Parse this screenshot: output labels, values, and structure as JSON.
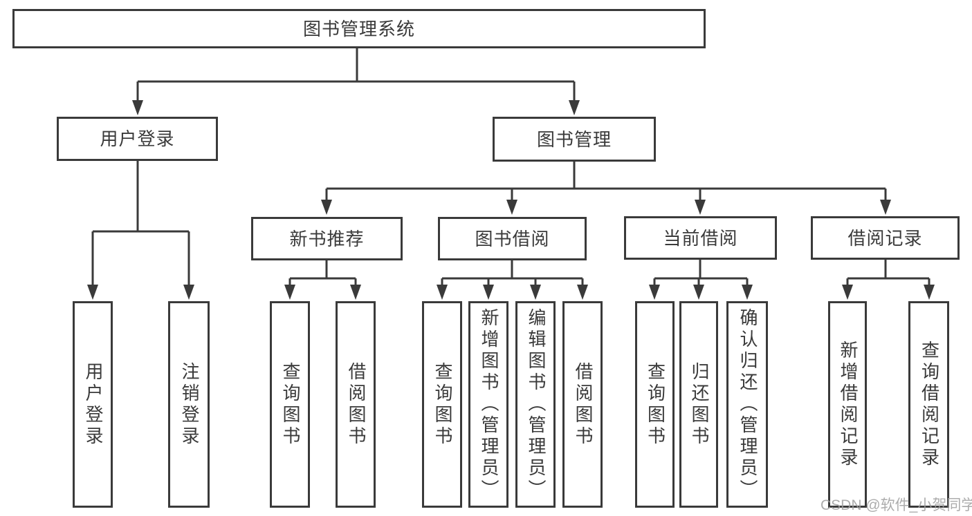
{
  "diagram": {
    "root": {
      "label": "图书管理系统"
    },
    "branches": [
      {
        "label": "用户登录",
        "children": [
          {
            "label": "用户登录"
          },
          {
            "label": "注销登录"
          }
        ]
      },
      {
        "label": "图书管理",
        "children": [
          {
            "label": "新书推荐",
            "children": [
              {
                "label": "查询图书"
              },
              {
                "label": "借阅图书"
              }
            ]
          },
          {
            "label": "图书借阅",
            "children": [
              {
                "label": "查询图书"
              },
              {
                "label": "新增图书（管理员）"
              },
              {
                "label": "编辑图书（管理员）"
              },
              {
                "label": "借阅图书"
              }
            ]
          },
          {
            "label": "当前借阅",
            "children": [
              {
                "label": "查询图书"
              },
              {
                "label": "归还图书"
              },
              {
                "label": "确认归还（管理员）"
              }
            ]
          },
          {
            "label": "借阅记录",
            "children": [
              {
                "label": "新增借阅记录"
              },
              {
                "label": "查询借阅记录"
              }
            ]
          }
        ]
      }
    ]
  },
  "watermark": "CSDN @软件_小贺同学",
  "colors": {
    "line": "#3a3a3a",
    "text": "#3a3a3a",
    "node_background": "#ffffff",
    "watermark": "#9e9e9e",
    "background": "#ffffff"
  }
}
